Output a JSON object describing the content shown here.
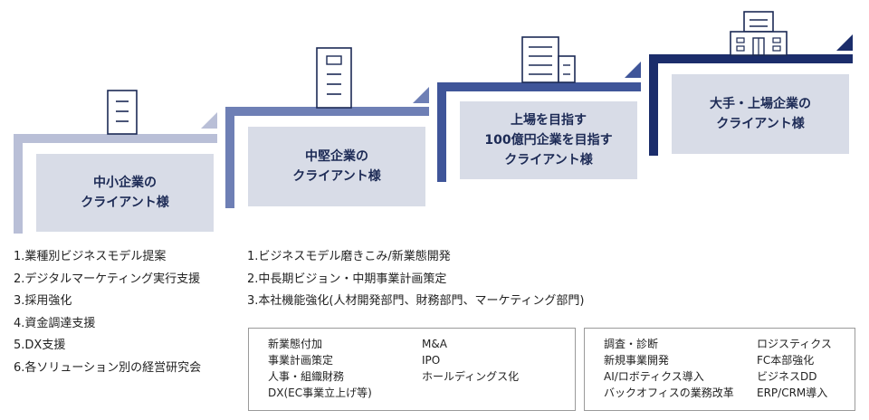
{
  "colors": {
    "step1": "#b9bfd7",
    "step2": "#6e7fb5",
    "step3": "#3f5599",
    "step4": "#1b2d6b",
    "box_fill": "#d8dce7",
    "building": "#1c2a55"
  },
  "steps": [
    {
      "label": "中小企業の\nクライアント様",
      "icon": "small-building-icon"
    },
    {
      "label": "中堅企業の\nクライアント様",
      "icon": "mid-building-icon"
    },
    {
      "label": "上場を目指す\n100億円企業を目指す\nクライアント様",
      "icon": "office-building-icon"
    },
    {
      "label": "大手・上場企業の\nクライアント様",
      "icon": "large-building-icon"
    }
  ],
  "list_left": [
    "1.業種別ビジネスモデル提案",
    "2.デジタルマーケティング実行支援",
    "3.採用強化",
    "4.資金調達支援",
    "5.DX支援",
    "6.各ソリューション別の経営研究会"
  ],
  "list_mid": [
    "1.ビジネスモデル磨きこみ/新業態開発",
    "2.中長期ビジョン・中期事業計画策定",
    "3.本社機能強化(人材開発部門、財務部門、マーケティング部門)"
  ],
  "box_mid": {
    "col1": [
      "新業態付加",
      "事業計画策定",
      "人事・組織財務",
      "DX(EC事業立上げ等)"
    ],
    "col2": [
      "M&A",
      "IPO",
      "ホールディングス化"
    ]
  },
  "box_right": {
    "col1": [
      "調査・診断",
      "新規事業開発",
      "AI/ロボティクス導入",
      "バックオフィスの業務改革"
    ],
    "col2": [
      "ロジスティクス",
      "FC本部強化",
      "ビジネスDD",
      "ERP/CRM導入"
    ]
  }
}
